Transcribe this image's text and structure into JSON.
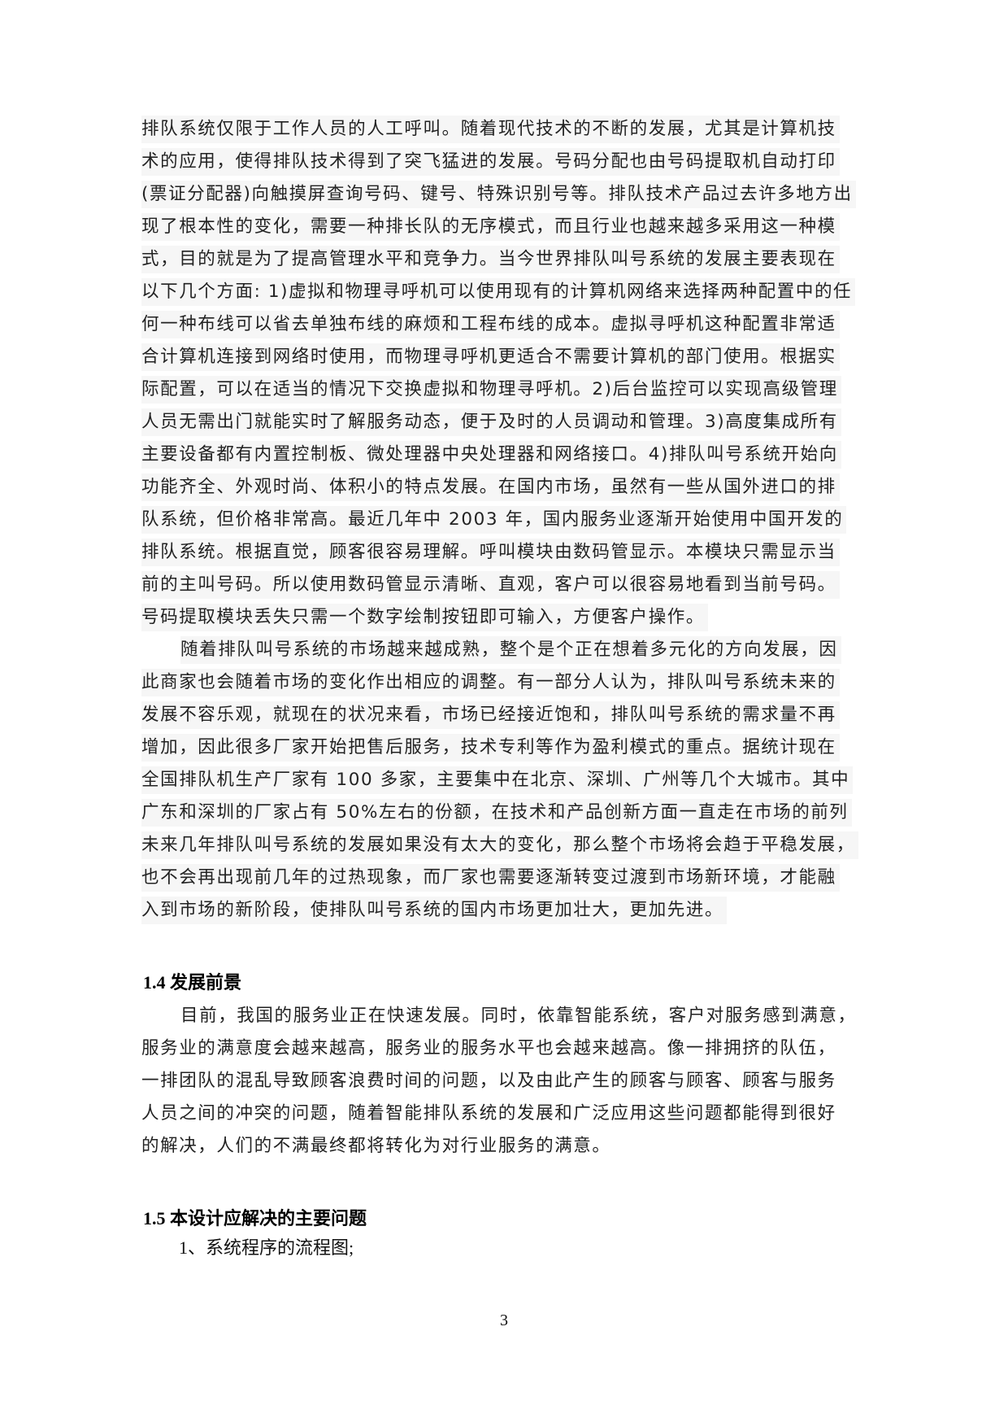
{
  "document": {
    "paragraph_1_lines": [
      "排队系统仅限于工作人员的人工呼叫。随着现代技术的不断的发展，尤其是计算机技",
      "术的应用，使得排队技术得到了突飞猛进的发展。号码分配也由号码提取机自动打印",
      "(票证分配器)向触摸屏查询号码、键号、特殊识别号等。排队技术产品过去许多地方出",
      "现了根本性的变化，需要一种排长队的无序模式，而且行业也越来越多采用这一种模",
      "式，目的就是为了提高管理水平和竞争力。当今世界排队叫号系统的发展主要表现在",
      "以下几个方面: 1)虚拟和物理寻呼机可以使用现有的计算机网络来选择两种配置中的任",
      "何一种布线可以省去单独布线的麻烦和工程布线的成本。虚拟寻呼机这种配置非常适",
      "合计算机连接到网络时使用，而物理寻呼机更适合不需要计算机的部门使用。根据实",
      "际配置，可以在适当的情况下交换虚拟和物理寻呼机。2)后台监控可以实现高级管理",
      "人员无需出门就能实时了解服务动态，便于及时的人员调动和管理。3)高度集成所有",
      "主要设备都有内置控制板、微处理器中央处理器和网络接口。4)排队叫号系统开始向",
      "功能齐全、外观时尚、体积小的特点发展。在国内市场，虽然有一些从国外进口的排",
      "队系统，但价格非常高。最近几年中 2003 年，国内服务业逐渐开始使用中国开发的",
      "排队系统。根据直觉，顾客很容易理解。呼叫模块由数码管显示。本模块只需显示当",
      "前的主叫号码。所以使用数码管显示清晰、直观，客户可以很容易地看到当前号码。",
      "号码提取模块丢失只需一个数字绘制按钮即可输入，方便客户操作。"
    ],
    "paragraph_2_lines": [
      "随着排队叫号系统的市场越来越成熟，整个是个正在想着多元化的方向发展，因",
      "此商家也会随着市场的变化作出相应的调整。有一部分人认为，排队叫号系统未来的",
      "发展不容乐观，就现在的状况来看，市场已经接近饱和，排队叫号系统的需求量不再",
      "增加，因此很多厂家开始把售后服务，技术专利等作为盈利模式的重点。据统计现在",
      "全国排队机生产厂家有 100 多家，主要集中在北京、深圳、广州等几个大城市。其中",
      "广东和深圳的厂家占有 50%左右的份额，在技术和产品创新方面一直走在市场的前列",
      "未来几年排队叫号系统的发展如果没有太大的变化，那么整个市场将会趋于平稳发展，",
      "也不会再出现前几年的过热现象，而厂家也需要逐渐转变过渡到市场新环境，才能融",
      "入到市场的新阶段，使排队叫号系统的国内市场更加壮大，更加先进。"
    ],
    "section_1_4": {
      "heading": "1.4 发展前景",
      "lines": [
        "目前，我国的服务业正在快速发展。同时，依靠智能系统，客户对服务感到满意，",
        "服务业的满意度会越来越高，服务业的服务水平也会越来越高。像一排拥挤的队伍，",
        "一排团队的混乱导致顾客浪费时间的问题，以及由此产生的顾客与顾客、顾客与服务",
        "人员之间的冲突的问题，随着智能排队系统的发展和广泛应用这些问题都能得到很好",
        "的解决，人们的不满最终都将转化为对行业服务的满意。"
      ]
    },
    "section_1_5": {
      "heading": "1.5 本设计应解决的主要问题",
      "items": [
        "1、系统程序的流程图;"
      ]
    },
    "page_number": "3"
  }
}
